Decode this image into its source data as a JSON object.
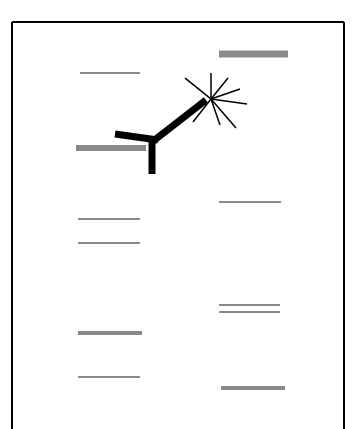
{
  "colors": {
    "background": "#ffffff",
    "frame": "#000000",
    "band_thin": "#8a8a8a",
    "band_thick": "#8a8a8a",
    "antibody": "#000000",
    "burst": "#000000"
  },
  "diagram": {
    "lanes": [
      {
        "name": "left-lane",
        "bands": [
          {
            "name": "band-left-1",
            "weight": "thin"
          },
          {
            "name": "band-left-2",
            "weight": "thick",
            "highlighted": true
          },
          {
            "name": "band-left-3",
            "weight": "thin"
          },
          {
            "name": "band-left-4",
            "weight": "thin"
          },
          {
            "name": "band-left-5",
            "weight": "thick"
          },
          {
            "name": "band-left-6",
            "weight": "thin"
          }
        ]
      },
      {
        "name": "right-lane",
        "bands": [
          {
            "name": "band-right-1",
            "weight": "thick"
          },
          {
            "name": "band-right-2",
            "weight": "thin"
          },
          {
            "name": "band-right-3",
            "weight": "thin"
          },
          {
            "name": "band-right-4",
            "weight": "thin"
          },
          {
            "name": "band-right-5",
            "weight": "thick"
          }
        ]
      }
    ],
    "probe": {
      "shape": "y-shaped antibody",
      "signal_icon": "starburst-icon"
    }
  }
}
